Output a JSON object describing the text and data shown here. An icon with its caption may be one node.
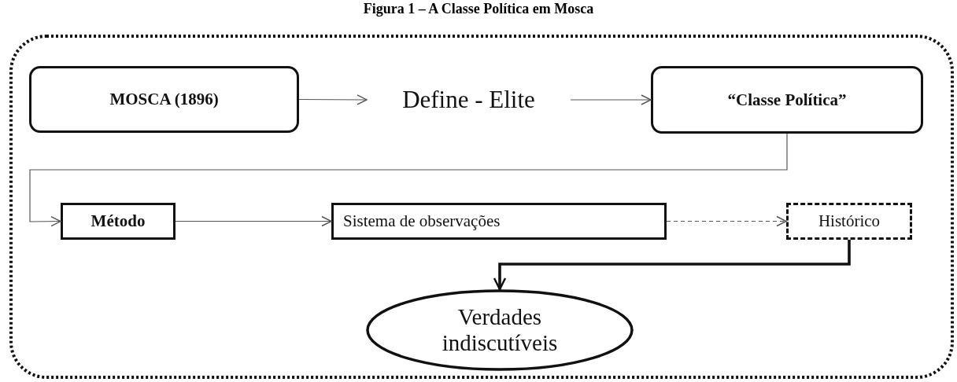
{
  "diagram": {
    "title": "Figura 1 – A Classe Política em Mosca",
    "nodes": [
      {
        "text": [],
        "shape": "box"
      },
      {
        "text": [
          "MOSCA (1896)"
        ],
        "in": 0
      },
      {
        "text": [
          "Define - Elite"
        ],
        "in": 0
      },
      {
        "text": [
          "“Classe Política”"
        ],
        "in": 0
      },
      {
        "text": [
          "Método"
        ],
        "in": 0
      },
      {
        "text": [
          "Sistema de observações"
        ],
        "in": 0
      },
      {
        "text": [
          "Histórico"
        ],
        "in": 0
      },
      {
        "text": [
          "Verdades indiscutíveis"
        ],
        "in": 0
      }
    ],
    "edges": [
      {
        "from": 1,
        "to": 2,
        "arrow": "to"
      },
      {
        "from": 2,
        "to": 3,
        "arrow": "to"
      },
      {
        "from": 3,
        "to": 4,
        "arrow": "to"
      },
      {
        "from": 4,
        "to": 5,
        "arrow": "to"
      },
      {
        "from": 5,
        "to": 6,
        "arrow": "to",
        "style": "dashed"
      },
      {
        "from": 6,
        "to": 7,
        "arrow": "to",
        "style": "thick"
      }
    ]
  }
}
